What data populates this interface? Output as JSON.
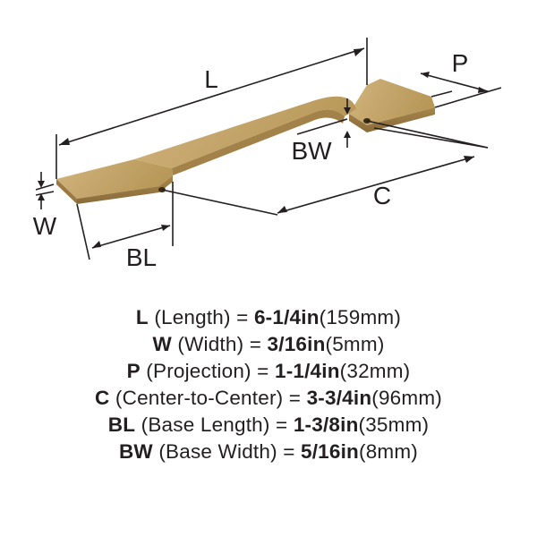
{
  "diagram": {
    "labels": {
      "length": "L",
      "projection": "P",
      "base_width": "BW",
      "center_to_center": "C",
      "width": "W",
      "base_length": "BL"
    },
    "colors": {
      "handle_light": "#c8ab72",
      "handle_mid": "#b08f55",
      "handle_dark": "#8a6c3a",
      "line": "#231f20"
    }
  },
  "specs": [
    {
      "abbr": "L",
      "name": "(Length) = ",
      "value": "6-1/4in",
      "metric": "(159mm)"
    },
    {
      "abbr": "W",
      "name": "(Width) = ",
      "value": "3/16in",
      "metric": "(5mm)"
    },
    {
      "abbr": "P",
      "name": "(Projection) = ",
      "value": "1-1/4in",
      "metric": "(32mm)"
    },
    {
      "abbr": "C",
      "name": "(Center-to-Center) = ",
      "value": "3-3/4in",
      "metric": "(96mm)"
    },
    {
      "abbr": "BL",
      "name": "(Base Length) = ",
      "value": "1-3/8in",
      "metric": "(35mm)"
    },
    {
      "abbr": "BW",
      "name": "(Base Width) = ",
      "value": "5/16in",
      "metric": "(8mm)"
    }
  ]
}
